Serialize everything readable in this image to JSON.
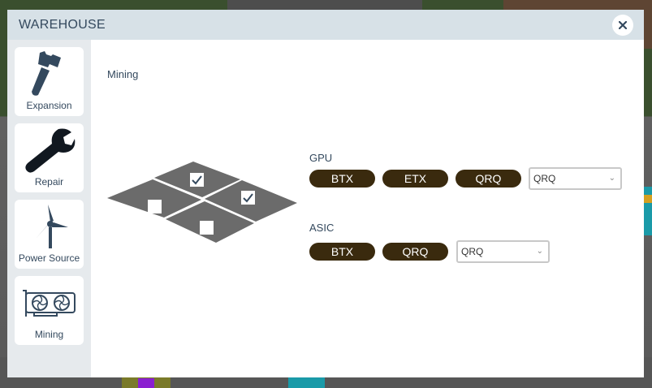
{
  "window": {
    "title": "WAREHOUSE",
    "close_icon": "close-icon"
  },
  "sidebar": {
    "items": [
      {
        "label": "Expansion",
        "icon": "hammer-icon"
      },
      {
        "label": "Repair",
        "icon": "wrench-icon"
      },
      {
        "label": "Power Source",
        "icon": "wind-turbine-icon"
      },
      {
        "label": "Mining",
        "icon": "gpu-card-icon"
      }
    ]
  },
  "main": {
    "section_title": "Mining",
    "slots": [
      {
        "position": "top",
        "checked": true
      },
      {
        "position": "right",
        "checked": true
      },
      {
        "position": "left",
        "checked": false
      },
      {
        "position": "bottom",
        "checked": false
      }
    ],
    "gpu": {
      "label": "GPU",
      "buttons": [
        "BTX",
        "ETX",
        "QRQ"
      ],
      "select_value": "QRQ"
    },
    "asic": {
      "label": "ASIC",
      "buttons": [
        "BTX",
        "QRQ"
      ],
      "select_value": "QRQ"
    }
  },
  "colors": {
    "header_bg": "#d7e1e7",
    "sidebar_bg": "#e6eaed",
    "pill_bg": "#3a2a0e",
    "text": "#34495e",
    "tile": "#6b6b6b"
  }
}
